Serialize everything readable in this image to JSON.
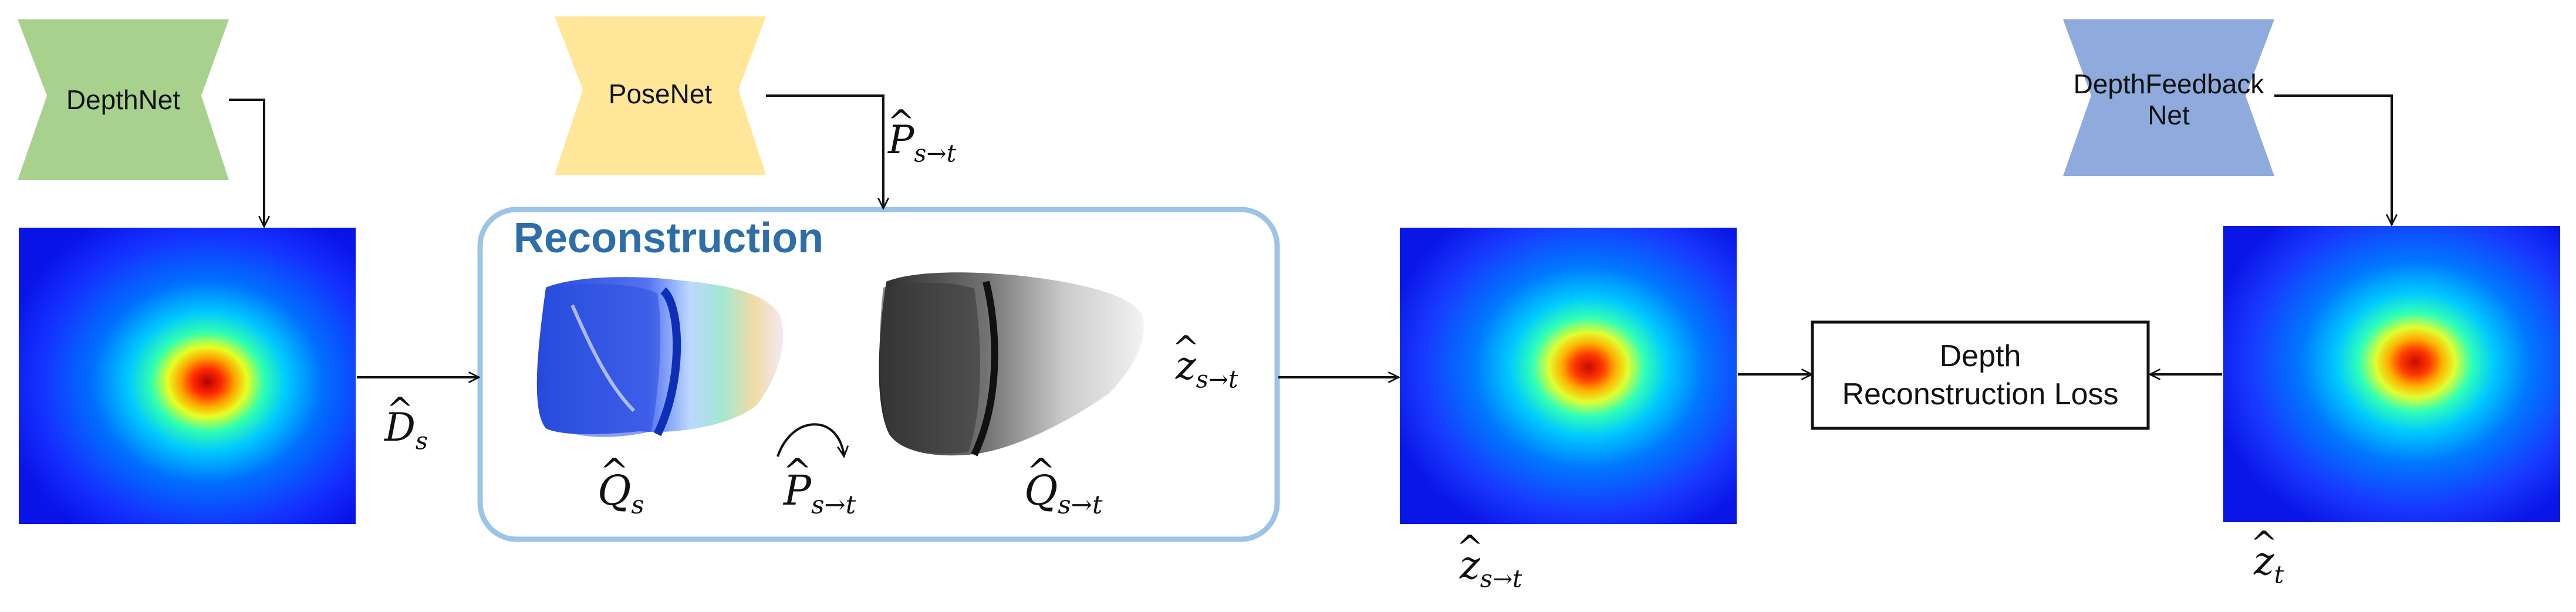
{
  "networks": {
    "depthnet": "DepthNet",
    "posenet": "PoseNet",
    "depthfeedbacknet_line1": "DepthFeedback",
    "depthfeedbacknet_line2": "Net"
  },
  "reconstruction": {
    "title": "Reconstruction"
  },
  "loss": {
    "line1": "Depth",
    "line2": "Reconstruction Loss"
  },
  "math": {
    "D": "D",
    "Q": "Q",
    "P": "P",
    "z": "z",
    "s": "s",
    "t": "t",
    "s_to_t": "s→t"
  },
  "colors": {
    "depthnet": "#a9d18e",
    "posenet": "#ffe699",
    "depthfeedbacknet": "#8faadc",
    "recon_border": "#9dc3e6",
    "recon_title": "#2e6ea8"
  }
}
